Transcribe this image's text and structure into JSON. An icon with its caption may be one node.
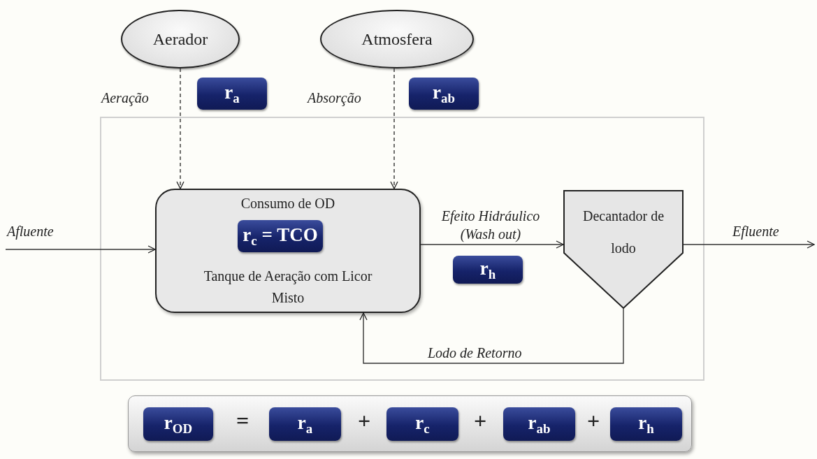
{
  "diagram": {
    "nodes": [
      {
        "text": [
          "Aerador"
        ]
      },
      {
        "text": [
          "Atmosfera"
        ]
      },
      {
        "text": [
          "r$_{a}$"
        ]
      },
      {
        "text": [
          "r$_{ab}$"
        ]
      },
      {
        "text": [],
        "shape": "box"
      },
      {
        "text": [
          "Consumo de OD",
          "Tanque de Aeração com Licor Misto"
        ],
        "in": 4
      },
      {
        "text": [
          "r$_{c}$ = TCO"
        ],
        "in": 5
      },
      {
        "text": [
          "r$_{h}$"
        ],
        "in": 4
      },
      {
        "text": [
          "Decantador de lodo"
        ],
        "in": 4
      },
      {
        "text": [],
        "shape": "box"
      },
      {
        "text": [
          "r$_{OD}$"
        ],
        "in": 9
      },
      {
        "text": [
          "r$_{a}$"
        ],
        "in": 9
      },
      {
        "text": [
          "r$_{c}$"
        ],
        "in": 9
      },
      {
        "text": [
          "r$_{ab}$"
        ],
        "in": 9
      },
      {
        "text": [
          "r$_{h}$"
        ],
        "in": 9
      }
    ],
    "edges": [
      {
        "from": 0,
        "to": 5,
        "arrow": "to",
        "label": "Aeração",
        "style": "dashed"
      },
      {
        "from": 1,
        "to": 5,
        "arrow": "to",
        "label": "Absorção",
        "style": "dashed"
      },
      {
        "from": null,
        "to": 5,
        "arrow": "to",
        "label": "Afluente"
      },
      {
        "from": 5,
        "to": 8,
        "arrow": "to",
        "label": "Efeito Hidráulico (Wash out)"
      },
      {
        "from": 8,
        "to": null,
        "arrow": "to",
        "label": "Efluente"
      },
      {
        "from": 8,
        "to": 5,
        "arrow": "to",
        "label": "Lodo de Retorno"
      }
    ],
    "labels": [
      "=",
      "+",
      "+",
      "+"
    ]
  }
}
